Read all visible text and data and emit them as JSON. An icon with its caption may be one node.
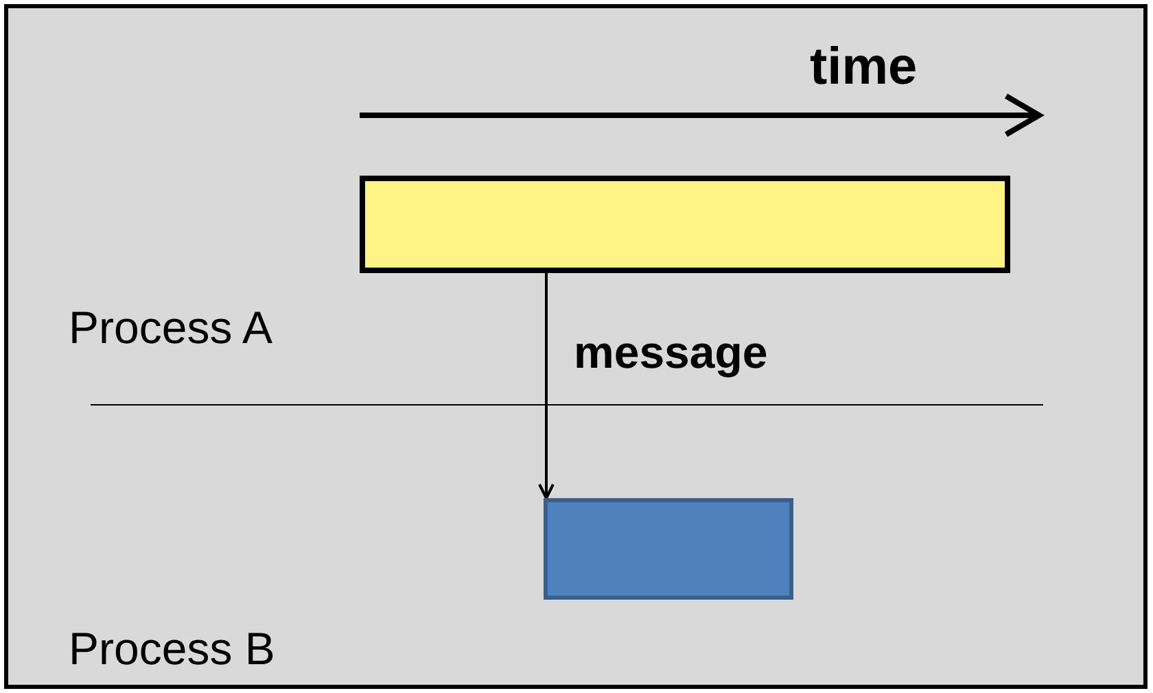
{
  "diagram": {
    "nodes": [
      {
        "text": [],
        "shape": "bar"
      },
      {
        "text": [],
        "shape": "box"
      }
    ],
    "edges": [
      {
        "from": 0,
        "to": 1,
        "arrow": "to",
        "label": "message"
      }
    ],
    "labels": [
      "time",
      "Process A",
      "Process B"
    ]
  }
}
